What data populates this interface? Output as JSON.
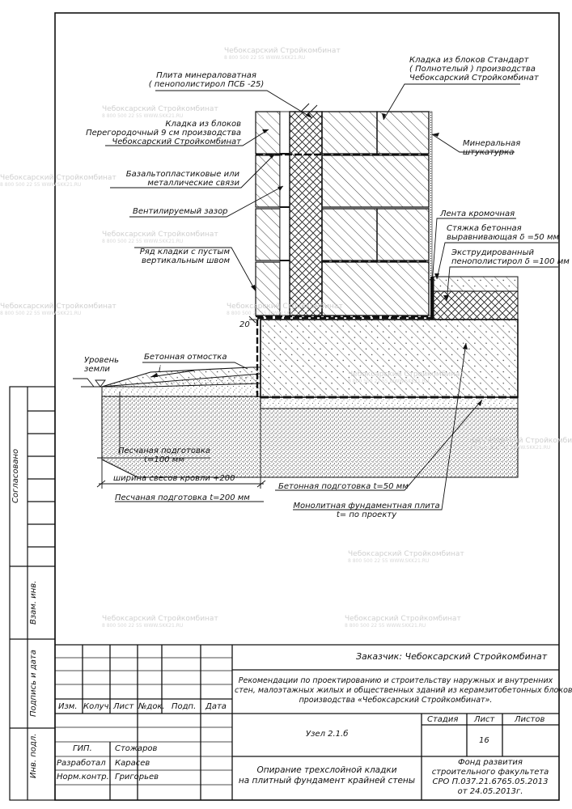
{
  "watermark": {
    "name": "Чебоксарский Стройкомбинат",
    "contact": "8 800 500 22 55 WWW.SKK21.RU"
  },
  "labels": {
    "mineral_plate_1": "Плита минераловатная",
    "mineral_plate_2": "( пенополистирол ПСБ -25)",
    "masonry_std_1": "Кладка из блоков Стандарт",
    "masonry_std_2": "( Полнотелый ) производства",
    "masonry_std_3": "Чебоксарский Стройкомбинат",
    "masonry_part_1": "Кладка из блоков",
    "masonry_part_2": "Перегородочный 9 см производства",
    "masonry_part_3": "Чебоксарский Стройкомбинат",
    "mineral_plaster_1": "Минеральная",
    "mineral_plaster_2": "штукатурка",
    "ties_1": "Базальтопластиковые или",
    "ties_2": "металлические связи",
    "vent_gap": "Вентилируемый зазор",
    "edge_tape": "Лента кромочная",
    "screed_1": "Стяжка бетонная",
    "screed_2": "выравнивающая δ =50 мм",
    "xps_1": "Экструдированный",
    "xps_2": "пенополистирол δ =100 мм",
    "row_joint_1": "Ряд кладки с пустым",
    "row_joint_2": "вертикальным швом",
    "dim_20": "20",
    "ground_1": "Уровень",
    "ground_2": "земли",
    "blind_area": "Бетонная отмостка",
    "slope_i": "i",
    "sand_1": "Песчаная подготовка",
    "sand_2": "t=100 мм",
    "roof_width": "ширина свесов кровли +200",
    "sand_200": "Песчаная подготовка  t=200 мм",
    "concrete_prep": "Бетонная подготовка  t=50 мм",
    "slab_1": "Монолитная фундаментная плита",
    "slab_2": "t= по проекту"
  },
  "side_stamp": {
    "agreed": "Согласовано",
    "inv_repl": "Взам. инв.",
    "sign_date": "Подпись и дата",
    "inv_orig": "Инв. подл."
  },
  "title_block": {
    "customer": "Заказчик: Чебоксарский Стройкомбинат",
    "description": "Рекомендации  по проектированию и строительству наружных и внутренних стен, малоэтажных жилых и общественных зданий из керамзитобетонных блоков производства «Чебоксарский Стройкомбинат».",
    "desc_line1": "Рекомендации  по проектированию и строительству наружных и внутренних",
    "desc_line2": "стен, малоэтажных жилых и общественных зданий из керамзитобетонных блоков",
    "desc_line3": "производства «Чебоксарский Стройкомбинат».",
    "headers": [
      "Изм.",
      "Колуч.",
      "Лист",
      "№док.",
      "Подп.",
      "Дата"
    ],
    "node": "Узел  2.1.б",
    "stage_h": "Стадия",
    "sheet_h": "Лист",
    "sheets_h": "Листов",
    "sheet_no": "16",
    "role_gip": "ГИП.",
    "name_gip": "Стожаров",
    "role_dev": "Разработал",
    "name_dev": "Карасев",
    "role_norm": "Норм.контр.",
    "name_norm": "Григорьев",
    "title_1": "Опирание трехслойной кладки",
    "title_2": "на плитный фундамент крайней стены",
    "org_1": "Фонд развития",
    "org_2": "строительного факультета",
    "org_3": "СРО  П.037.21.6765.05.2013",
    "org_4": "от   24.05.2013г."
  }
}
